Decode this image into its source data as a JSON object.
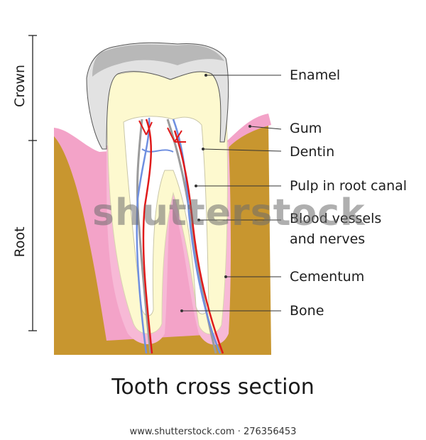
{
  "diagram": {
    "title": "Tooth cross section",
    "side_labels": {
      "crown": "Crown",
      "root": "Root"
    },
    "labels": {
      "enamel": "Enamel",
      "gum": "Gum",
      "dentin": "Dentin",
      "pulp": "Pulp in root canal",
      "blood_vessels_line1": "Blood vessels",
      "blood_vessels_line2": "and nerves",
      "cementum": "Cementum",
      "bone": "Bone"
    },
    "colors": {
      "bone": "#c8962f",
      "gum": "#f3a3c8",
      "enamel": "#e2e2e2",
      "dentin": "#fdf9cf",
      "pulp": "#ffffff",
      "artery": "#e01b1b",
      "vein": "#6f8fe0",
      "nerve": "#9b9b9b"
    }
  },
  "watermark": "shutterstock",
  "footer": "www.shutterstock.com · 276356453"
}
